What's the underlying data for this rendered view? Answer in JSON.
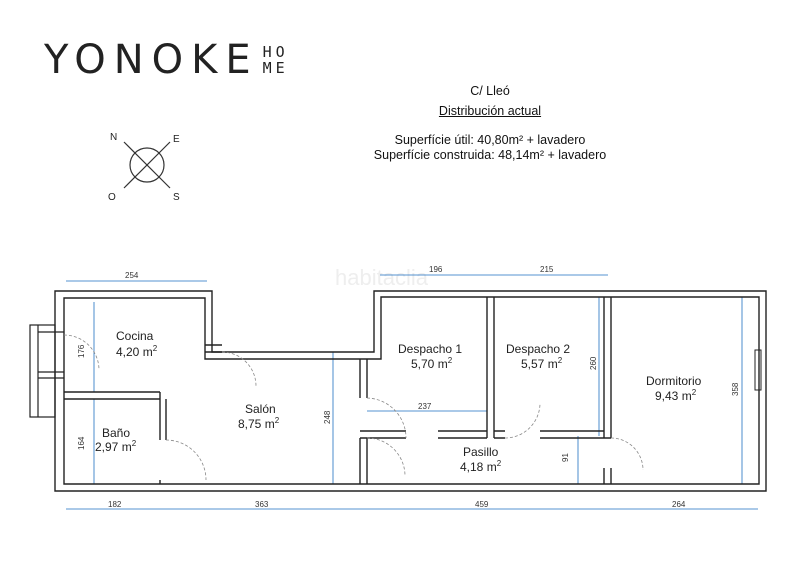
{
  "brand": {
    "name": "YONOKE",
    "sub_1": "HO",
    "sub_2": "ME"
  },
  "header": {
    "street": "C/ Lleó",
    "subtitle": "Distribución actual",
    "area_useful": "Superfície útil: 40,80m² + lavadero",
    "area_built": "Superfície construida: 48,14m² + lavadero"
  },
  "compass": {
    "n": "N",
    "e": "E",
    "o": "O",
    "s": "S"
  },
  "watermark": "habitaclia",
  "rooms": {
    "cocina": {
      "name": "Cocina",
      "area": "4,20 m",
      "sup": "2"
    },
    "bano": {
      "name": "Baño",
      "area": "2,97 m",
      "sup": "2"
    },
    "salon": {
      "name": "Salón",
      "area": "8,75 m",
      "sup": "2"
    },
    "despacho1": {
      "name": "Despacho 1",
      "area": "5,70 m",
      "sup": "2"
    },
    "despacho2": {
      "name": "Despacho 2",
      "area": "5,57 m",
      "sup": "2"
    },
    "dormitorio": {
      "name": "Dormitorio",
      "area": "9,43 m",
      "sup": "2"
    },
    "pasillo": {
      "name": "Pasillo",
      "area": "4,18 m",
      "sup": "2"
    }
  },
  "dimensions": {
    "top_254": "254",
    "top_196": "196",
    "top_215": "215",
    "bottom_182": "182",
    "bottom_363": "363",
    "bottom_459": "459",
    "bottom_264": "264",
    "v_176": "176",
    "v_164": "164",
    "v_248": "248",
    "v_260": "260",
    "v_358": "358",
    "v_91": "91",
    "h_237": "237"
  },
  "colors": {
    "wall": "#222222",
    "dimension": "#1e6fc0",
    "door": "#888888"
  }
}
